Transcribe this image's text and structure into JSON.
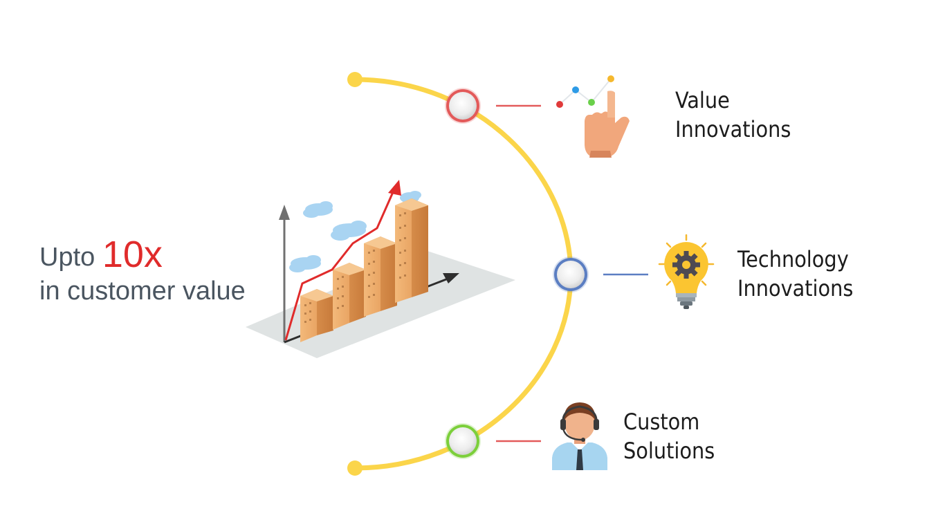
{
  "headline": {
    "prefix": "Upto",
    "multiplier": "10x",
    "line2": "in customer value"
  },
  "items": [
    {
      "line1": "Value",
      "line2": "Innovations",
      "icon": "pointing-hand-chart-icon",
      "color": "#e35a5a"
    },
    {
      "line1": "Technology",
      "line2": "Innovations",
      "icon": "lightbulb-gear-icon",
      "color": "#5b7ec2"
    },
    {
      "line1": "Custom",
      "line2": "Solutions",
      "icon": "support-agent-icon",
      "color": "#e35a5a"
    }
  ],
  "colors": {
    "arc": "#fbd54a",
    "accent_red": "#e02b2b",
    "text_gray": "#4a5560",
    "node_red": "#e35a5a",
    "node_blue": "#5b7ec2",
    "node_green": "#7ccf3b"
  }
}
